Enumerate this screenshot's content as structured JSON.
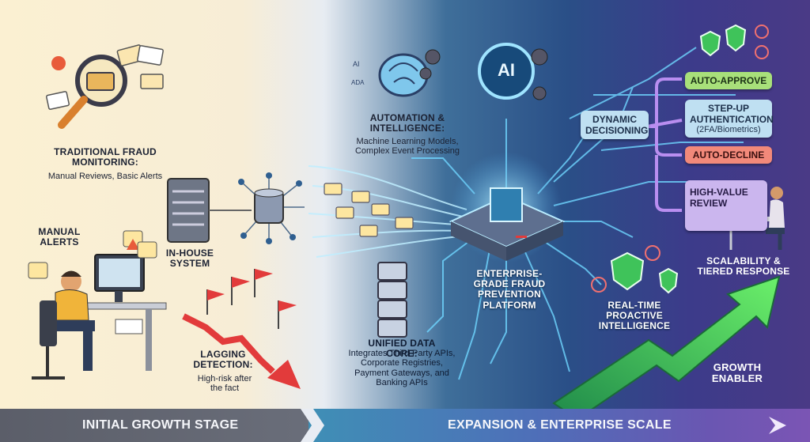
{
  "left": {
    "traditional": {
      "title": "TRADITIONAL FRAUD MONITORING:",
      "desc": "Manual Reviews, Basic Alerts"
    },
    "manual_alerts": "MANUAL ALERTS",
    "in_house": "IN-HOUSE SYSTEM",
    "lagging": {
      "title": "LAGGING DETECTION:",
      "desc": "High-risk after the fact"
    }
  },
  "middle": {
    "automation": {
      "title": "AUTOMATION & INTELLIGENCE:",
      "desc": "Machine Learning Models, Complex Event Processing"
    },
    "ai_label": "AI",
    "mini_ai_1": "AI",
    "mini_ai_2": "ADA",
    "platform": "ENTERPRISE-GRADE FRAUD PREVENTION PLATFORM",
    "data_core": {
      "title": "UNIFIED DATA CORE:",
      "desc": "Integrates Third-Party APIs, Corporate Registries, Payment Gateways, and Banking APIs"
    }
  },
  "right": {
    "dynamic": "DYNAMIC DECISIONING",
    "auto_approve": "AUTO-APPROVE",
    "step_up": {
      "title": "STEP-UP AUTHENTICATION",
      "desc": "(2FA/Biometrics)"
    },
    "auto_decline": "AUTO-DECLINE",
    "high_value": "HIGH-VALUE REVIEW",
    "scalability": "SCALABILITY & TIERED RESPONSE",
    "realtime": "REAL-TIME PROACTIVE INTELLIGENCE",
    "growth": "GROWTH ENABLER"
  },
  "footer": {
    "left": "INITIAL GROWTH STAGE",
    "right": "EXPANSION & ENTERPRISE SCALE"
  },
  "colors": {
    "approve": "#a8e07a",
    "step_up": "#bfe0f2",
    "decline": "#f2897a",
    "review": "#cbb6ee",
    "arrow_green": "#4fd85a",
    "arrow_red": "#e23b3b"
  }
}
